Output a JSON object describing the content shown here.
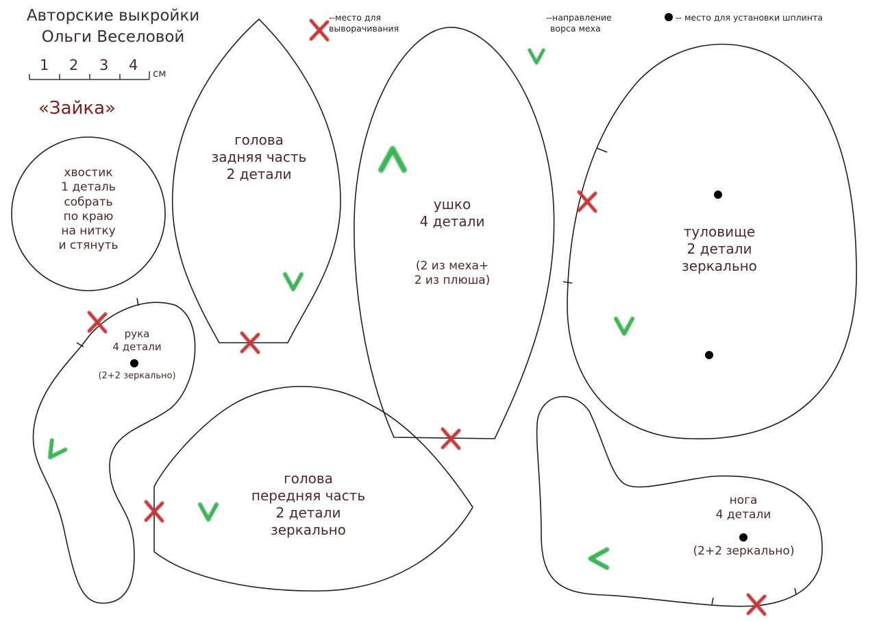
{
  "header": {
    "title_line1": "Авторские выкройки",
    "title_line2": "Ольги Веселовой",
    "scale": {
      "ticks": [
        "1",
        "2",
        "3",
        "4"
      ],
      "unit": "см"
    },
    "pattern_name": "«Зайка»"
  },
  "legend": {
    "turn_out": {
      "icon": "red-x-mark",
      "line1": "--место для",
      "line2": "выворачивания"
    },
    "fur_direction": {
      "icon": "green-arrow-down",
      "line1": "--направление",
      "line2": "ворса меха"
    },
    "joint_pin": {
      "icon": "black-dot",
      "text": "-- место для установки шплинта"
    }
  },
  "pieces": {
    "tail": {
      "lines": [
        "хвостик",
        "1 деталь",
        "собрать",
        "по краю",
        "на нитку",
        "и стянуть"
      ]
    },
    "head_back": {
      "lines": [
        "голова",
        "задняя часть",
        "2 детали"
      ]
    },
    "ear": {
      "lines": [
        "ушко",
        "4 детали"
      ],
      "note": [
        "(2 из меха+",
        "2 из плюша)"
      ]
    },
    "body": {
      "lines": [
        "туловище",
        "2 детали",
        "зеркально"
      ]
    },
    "arm": {
      "lines": [
        "рука",
        "4 детали"
      ],
      "note": "(2+2 зеркально)"
    },
    "head_front": {
      "lines": [
        "голова",
        "передняя часть",
        "2 детали",
        "зеркально"
      ]
    },
    "leg": {
      "lines": [
        "нога",
        "4 детали"
      ],
      "note": "(2+2 зеркально)"
    }
  },
  "colors": {
    "outline": "#1e1e1e",
    "label_text": "#4a2a2a",
    "turn_out_mark": "#c0393b",
    "fur_arrow": "#3fb35a",
    "pin_dot": "#000000"
  }
}
